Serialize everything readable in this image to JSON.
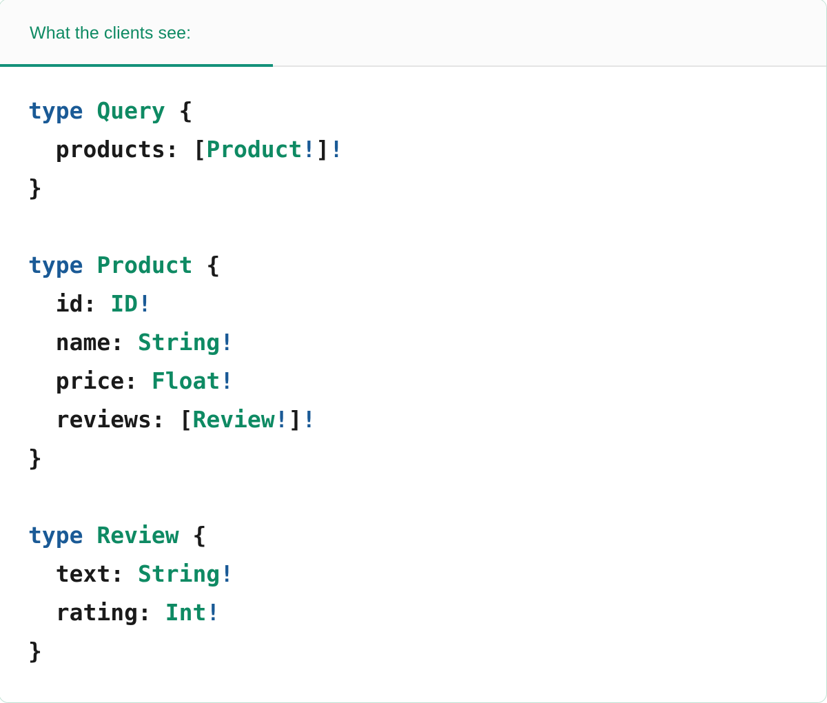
{
  "card": {
    "accent_green": "#0e8a63",
    "underline_green": "#14917a",
    "keyword_blue": "#1a5a96",
    "text_dark": "#1a1a1a",
    "header_bg": "#fbfbfb",
    "body_bg": "#ffffff",
    "border": "#bfe0d2"
  },
  "tabs": [
    {
      "id": "clients-view",
      "label": "What the clients see:",
      "active": true
    }
  ],
  "code": {
    "language": "graphql",
    "lines": [
      {
        "indent": 0,
        "tokens": [
          {
            "t": "type",
            "c": "kw"
          },
          {
            "t": " ",
            "c": "pn"
          },
          {
            "t": "Query",
            "c": "tn"
          },
          {
            "t": " ",
            "c": "pn"
          },
          {
            "t": "{",
            "c": "pn"
          }
        ]
      },
      {
        "indent": 2,
        "tokens": [
          {
            "t": "products:",
            "c": "pn"
          },
          {
            "t": " ",
            "c": "pn"
          },
          {
            "t": "[",
            "c": "pn"
          },
          {
            "t": "Product",
            "c": "tn"
          },
          {
            "t": "!",
            "c": "bang"
          },
          {
            "t": "]",
            "c": "pn"
          },
          {
            "t": "!",
            "c": "bang"
          }
        ]
      },
      {
        "indent": 0,
        "tokens": [
          {
            "t": "}",
            "c": "pn"
          }
        ]
      },
      {
        "indent": 0,
        "tokens": []
      },
      {
        "indent": 0,
        "tokens": [
          {
            "t": "type",
            "c": "kw"
          },
          {
            "t": " ",
            "c": "pn"
          },
          {
            "t": "Product",
            "c": "tn"
          },
          {
            "t": " ",
            "c": "pn"
          },
          {
            "t": "{",
            "c": "pn"
          }
        ]
      },
      {
        "indent": 2,
        "tokens": [
          {
            "t": "id:",
            "c": "pn"
          },
          {
            "t": " ",
            "c": "pn"
          },
          {
            "t": "ID",
            "c": "tn"
          },
          {
            "t": "!",
            "c": "bang"
          }
        ]
      },
      {
        "indent": 2,
        "tokens": [
          {
            "t": "name:",
            "c": "pn"
          },
          {
            "t": " ",
            "c": "pn"
          },
          {
            "t": "String",
            "c": "tn"
          },
          {
            "t": "!",
            "c": "bang"
          }
        ]
      },
      {
        "indent": 2,
        "tokens": [
          {
            "t": "price:",
            "c": "pn"
          },
          {
            "t": " ",
            "c": "pn"
          },
          {
            "t": "Float",
            "c": "tn"
          },
          {
            "t": "!",
            "c": "bang"
          }
        ]
      },
      {
        "indent": 2,
        "tokens": [
          {
            "t": "reviews:",
            "c": "pn"
          },
          {
            "t": " ",
            "c": "pn"
          },
          {
            "t": "[",
            "c": "pn"
          },
          {
            "t": "Review",
            "c": "tn"
          },
          {
            "t": "!",
            "c": "bang"
          },
          {
            "t": "]",
            "c": "pn"
          },
          {
            "t": "!",
            "c": "bang"
          }
        ]
      },
      {
        "indent": 0,
        "tokens": [
          {
            "t": "}",
            "c": "pn"
          }
        ]
      },
      {
        "indent": 0,
        "tokens": []
      },
      {
        "indent": 0,
        "tokens": [
          {
            "t": "type",
            "c": "kw"
          },
          {
            "t": " ",
            "c": "pn"
          },
          {
            "t": "Review",
            "c": "tn"
          },
          {
            "t": " ",
            "c": "pn"
          },
          {
            "t": "{",
            "c": "pn"
          }
        ]
      },
      {
        "indent": 2,
        "tokens": [
          {
            "t": "text:",
            "c": "pn"
          },
          {
            "t": " ",
            "c": "pn"
          },
          {
            "t": "String",
            "c": "tn"
          },
          {
            "t": "!",
            "c": "bang"
          }
        ]
      },
      {
        "indent": 2,
        "tokens": [
          {
            "t": "rating:",
            "c": "pn"
          },
          {
            "t": " ",
            "c": "pn"
          },
          {
            "t": "Int",
            "c": "tn"
          },
          {
            "t": "!",
            "c": "bang"
          }
        ]
      },
      {
        "indent": 0,
        "tokens": [
          {
            "t": "}",
            "c": "pn"
          }
        ]
      }
    ]
  }
}
